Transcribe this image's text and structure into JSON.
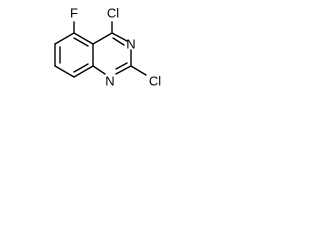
{
  "molecule": {
    "atoms": {
      "f": "F",
      "cl_top": "Cl",
      "n_right": "N",
      "cl_bottom": "Cl",
      "n_bottom": "N"
    }
  }
}
